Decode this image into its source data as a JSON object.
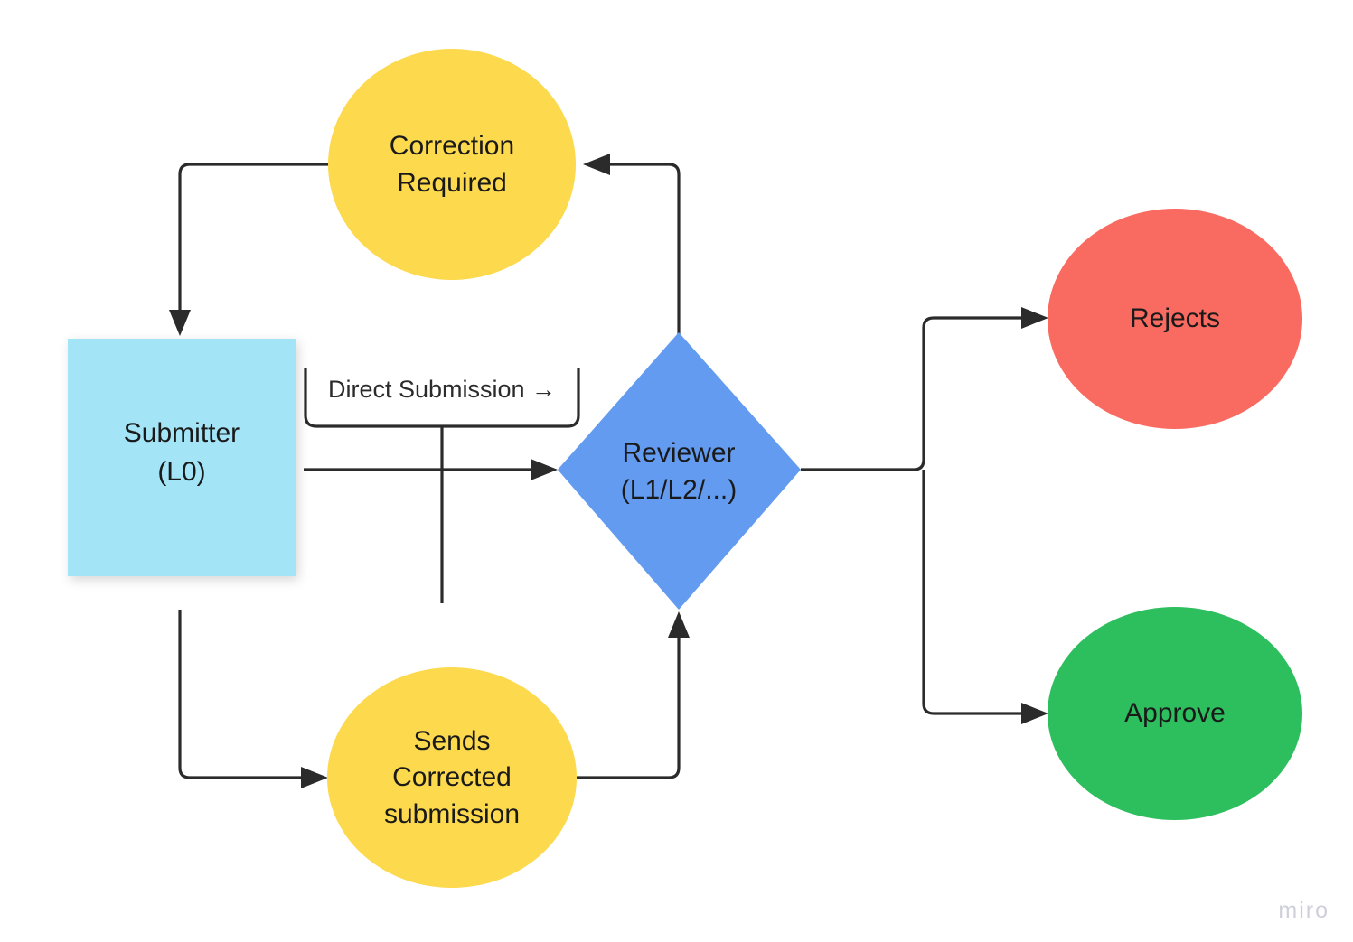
{
  "board": {
    "background": "#ffffff",
    "watermark": "miro"
  },
  "palette": {
    "yellow": "#FCD94D",
    "light_blue": "#A3E4F7",
    "blue": "#629BF0",
    "red": "#F96A60",
    "green": "#2DBE5E",
    "line": "#2b2b2b",
    "text": "#1a1a1a",
    "watermark": "#CFCFDC"
  },
  "nodes": {
    "correction_required": {
      "label_line1": "Correction",
      "label_line2": "Required",
      "shape": "ellipse",
      "color": "#FCD94D"
    },
    "submitter": {
      "label_line1": "Submitter",
      "label_line2": "(L0)",
      "shape": "rectangle",
      "color": "#A3E4F7"
    },
    "reviewer": {
      "label_line1": "Reviewer",
      "label_line2": "(L1/L2/...)",
      "shape": "diamond",
      "color": "#629BF0"
    },
    "rejects": {
      "label_line1": "Rejects",
      "shape": "ellipse",
      "color": "#F96A60"
    },
    "approve": {
      "label_line1": "Approve",
      "shape": "ellipse",
      "color": "#2DBE5E"
    },
    "sends_corrected": {
      "label_line1": "Sends",
      "label_line2": "Corrected",
      "label_line3": "submission",
      "shape": "ellipse",
      "color": "#FCD94D"
    }
  },
  "edges": {
    "direct_submission": {
      "label": "Direct Submission →"
    }
  }
}
